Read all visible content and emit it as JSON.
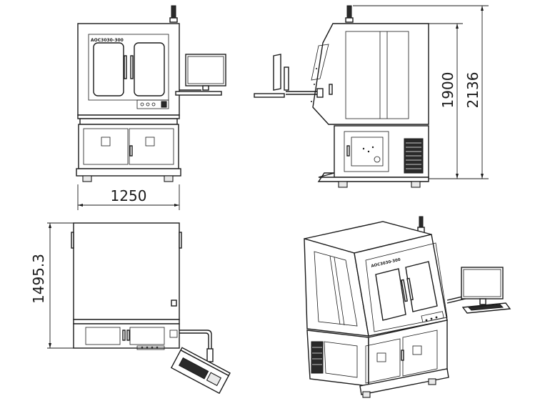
{
  "dimensions": {
    "front_width": "1250",
    "side_height_body": "1900",
    "side_height_total": "2136",
    "top_depth": "1495.3"
  },
  "labels": {
    "front_brand": "AOC3030-300",
    "iso_brand": "AOC3030-300"
  },
  "colors": {
    "line": "#1a1a1a",
    "background": "#ffffff"
  }
}
